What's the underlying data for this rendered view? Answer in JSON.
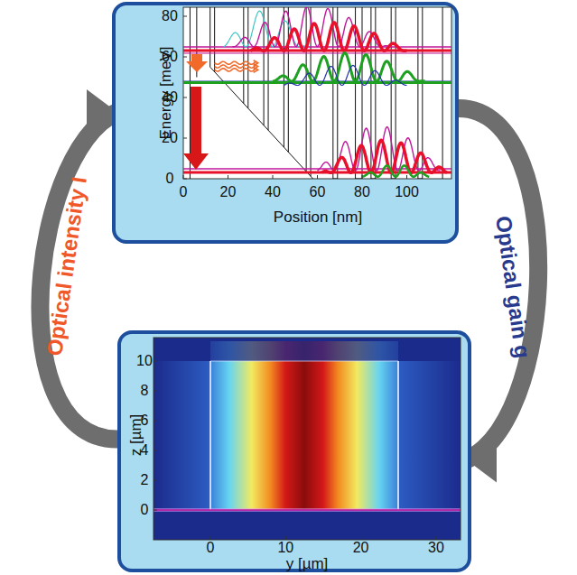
{
  "diagram": {
    "nodes": [
      {
        "text": [
          "Energy [meV]",
          "Position [nm]"
        ]
      },
      {
        "text": [
          "z [µm]",
          "y [µm]"
        ]
      }
    ],
    "edges": [
      {
        "from": 1,
        "to": 0,
        "label": "Optical intensity I",
        "arrow": "to"
      },
      {
        "from": 0,
        "to": 1,
        "label": "Optical gain g",
        "arrow": "to"
      }
    ],
    "labels": [
      "0",
      "20",
      "40",
      "60",
      "80",
      "0",
      "20",
      "40",
      "60",
      "80",
      "100",
      "0",
      "2",
      "4",
      "6",
      "8",
      "10",
      "0",
      "10",
      "20",
      "30"
    ]
  }
}
